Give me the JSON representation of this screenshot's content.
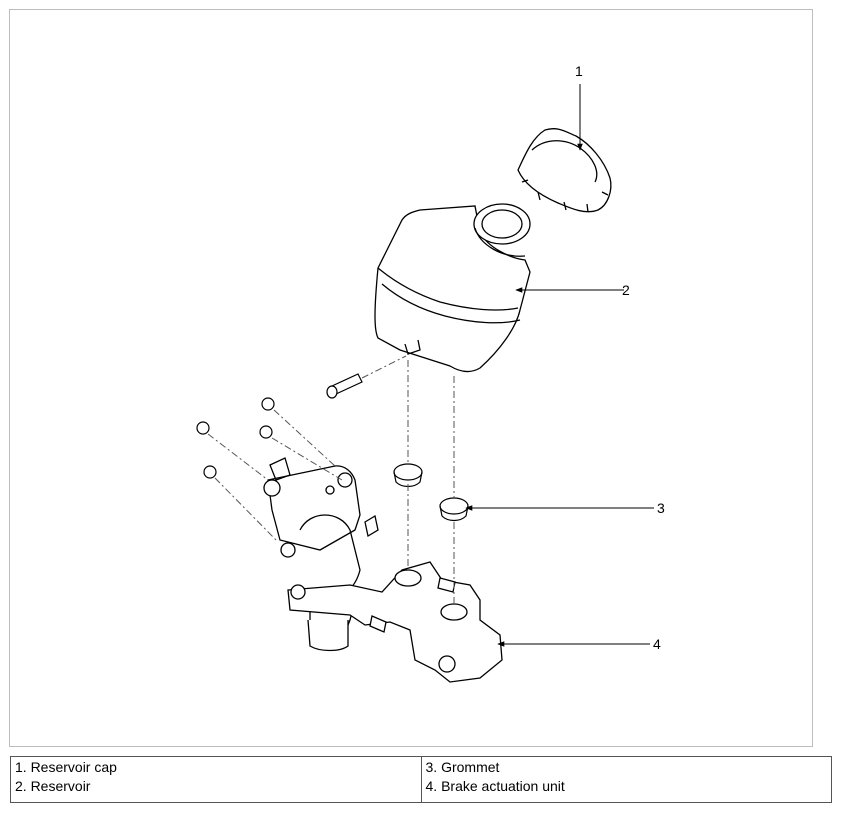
{
  "diagram": {
    "callouts": [
      {
        "id": "1",
        "text": "1"
      },
      {
        "id": "2",
        "text": "2"
      },
      {
        "id": "3",
        "text": "3"
      },
      {
        "id": "4",
        "text": "4"
      }
    ]
  },
  "legend": {
    "left": [
      "1. Reservoir cap",
      "2. Reservoir"
    ],
    "right": [
      "3. Grommet",
      "4. Brake actuation unit"
    ]
  }
}
